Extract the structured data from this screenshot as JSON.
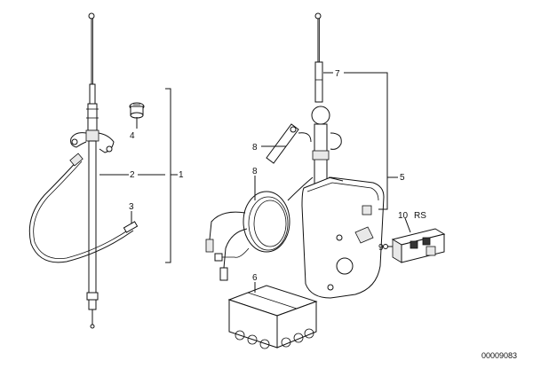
{
  "callouts": {
    "c1": "1",
    "c2": "2",
    "c3": "3",
    "c4": "4",
    "c5": "5",
    "c6": "6",
    "c7": "7",
    "c8a": "8",
    "c8b": "8",
    "c10": "10",
    "c_rs": "RS",
    "c9": "9"
  },
  "document_id": "00009083"
}
